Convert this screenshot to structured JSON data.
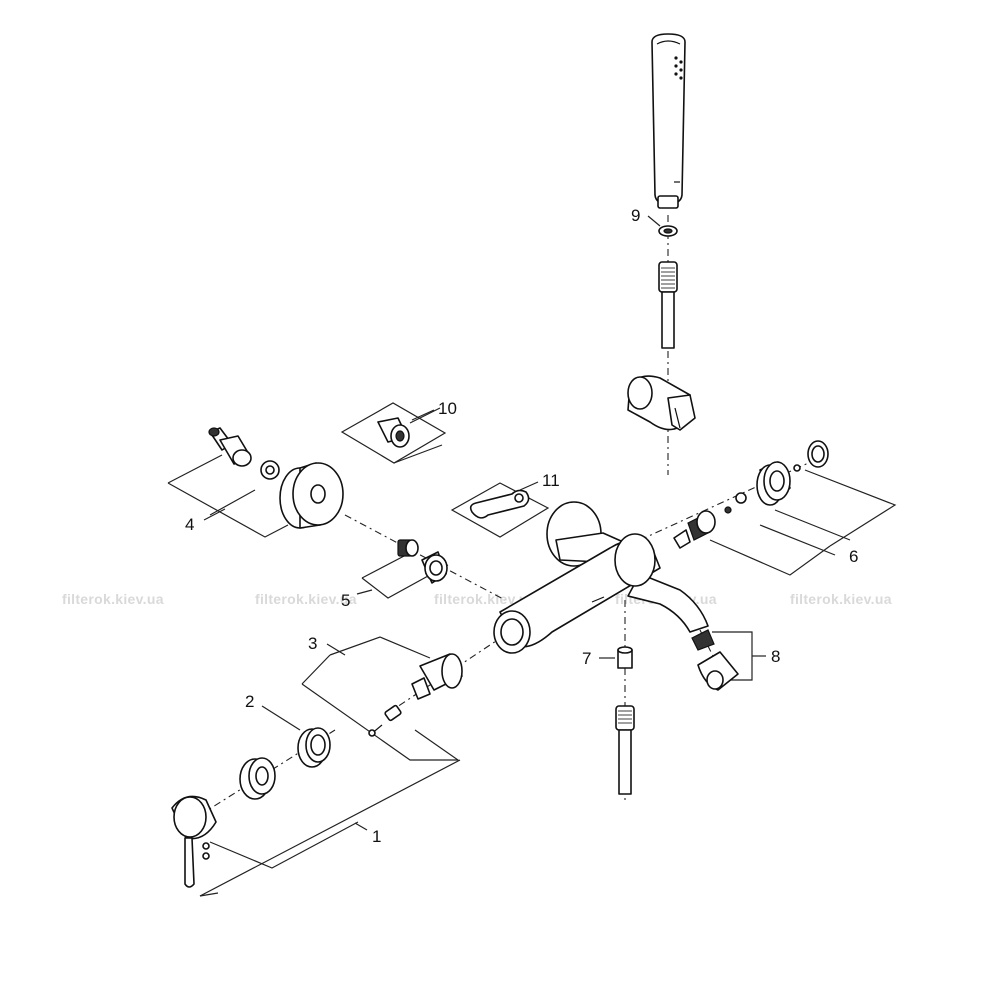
{
  "diagram": {
    "callouts": [
      "1",
      "2",
      "3",
      "4",
      "5",
      "6",
      "7",
      "8",
      "9",
      "10",
      "11"
    ],
    "watermark": "filterok.kiev.ua"
  }
}
